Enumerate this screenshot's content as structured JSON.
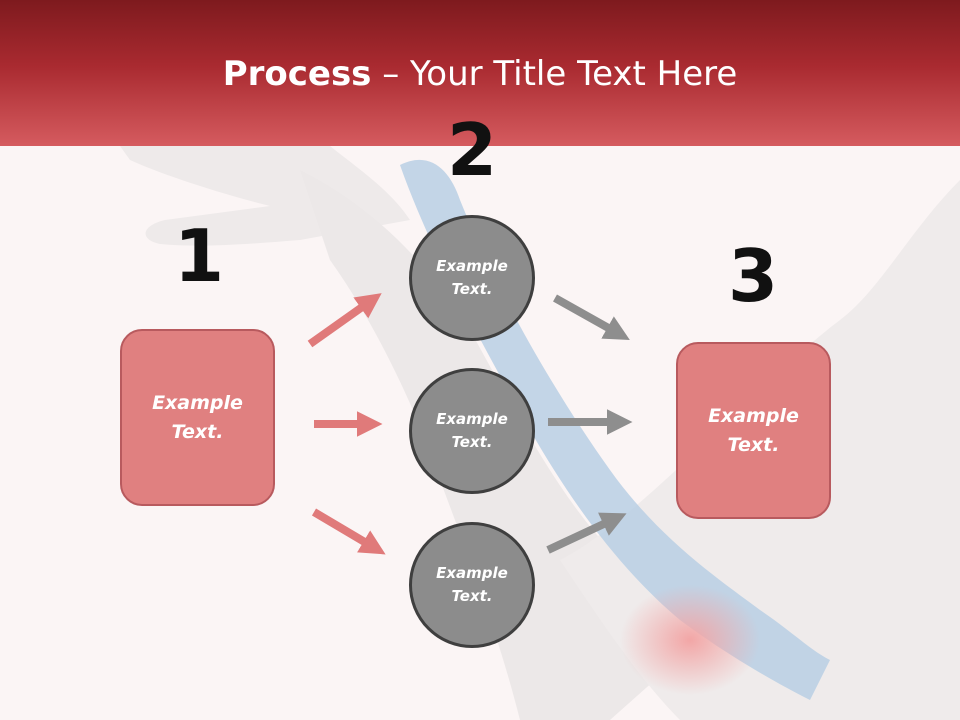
{
  "title": {
    "bold": "Process",
    "rest": " – Your Title Text Here"
  },
  "steps": [
    {
      "number": "1",
      "label": "Example Text."
    },
    {
      "number": "2",
      "items": [
        "Example Text.",
        "Example Text.",
        "Example Text."
      ]
    },
    {
      "number": "3",
      "label": "Example Text."
    }
  ],
  "colors": {
    "title_bar": "#a92a30",
    "box_fill": "#e08080",
    "circle_fill": "#8c8c8c",
    "red_arrow": "#e07a7a",
    "gray_arrow": "#8e8e8e"
  },
  "background_image": "arm with blue kinesiology tape"
}
